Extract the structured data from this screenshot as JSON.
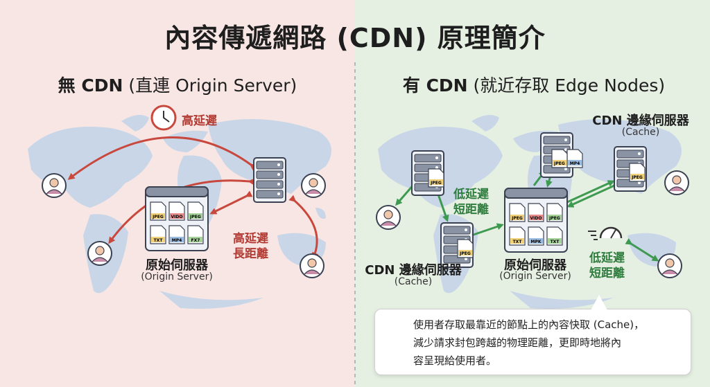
{
  "title": "內容傳遞網路 (CDN) 原理簡介",
  "left": {
    "heading_bold": "無 CDN",
    "heading_rest": "(直連 Origin Server)",
    "latency_badge": "高延遲",
    "distance_label_1": "高延遲",
    "distance_label_2": "長距離",
    "origin_name": "原始伺服器",
    "origin_sub": "(Origin Server)",
    "files": [
      "JPEG",
      "VIDO",
      "JPEG",
      "TXT",
      "MP4",
      "FX7"
    ]
  },
  "right": {
    "heading_bold": "有 CDN",
    "heading_rest": "(就近存取 Edge Nodes)",
    "edge_top_name": "CDN 邊緣伺服器",
    "edge_top_sub": "(Cache)",
    "edge_left_name": "CDN 邊緣伺服器",
    "edge_left_sub": "(Cache)",
    "low_label_1a": "低延遲",
    "low_label_1b": "短距離",
    "low_label_2a": "低延遲",
    "low_label_2b": "短距離",
    "origin_name": "原始伺服器",
    "origin_sub": "(Origin Server)",
    "files": [
      "JPEG",
      "VIDO",
      "JPEG",
      "TXT",
      "MPK",
      "TXT"
    ],
    "edge_files": [
      "JPEG",
      "JPEG",
      "MP4",
      "JPEG",
      "JPEG"
    ]
  },
  "note": {
    "line1": "使用者存取最靠近的節點上的內容快取 (Cache)，",
    "line2": "減少請求封包跨越的物理距離，更即時地將內",
    "line3": "容呈現給使用者。"
  },
  "colors": {
    "left_bg": "#f8e6e4",
    "right_bg": "#e5f0e2",
    "map": "#c9d6e8",
    "red": "#c9483d",
    "green": "#3e9a50"
  }
}
